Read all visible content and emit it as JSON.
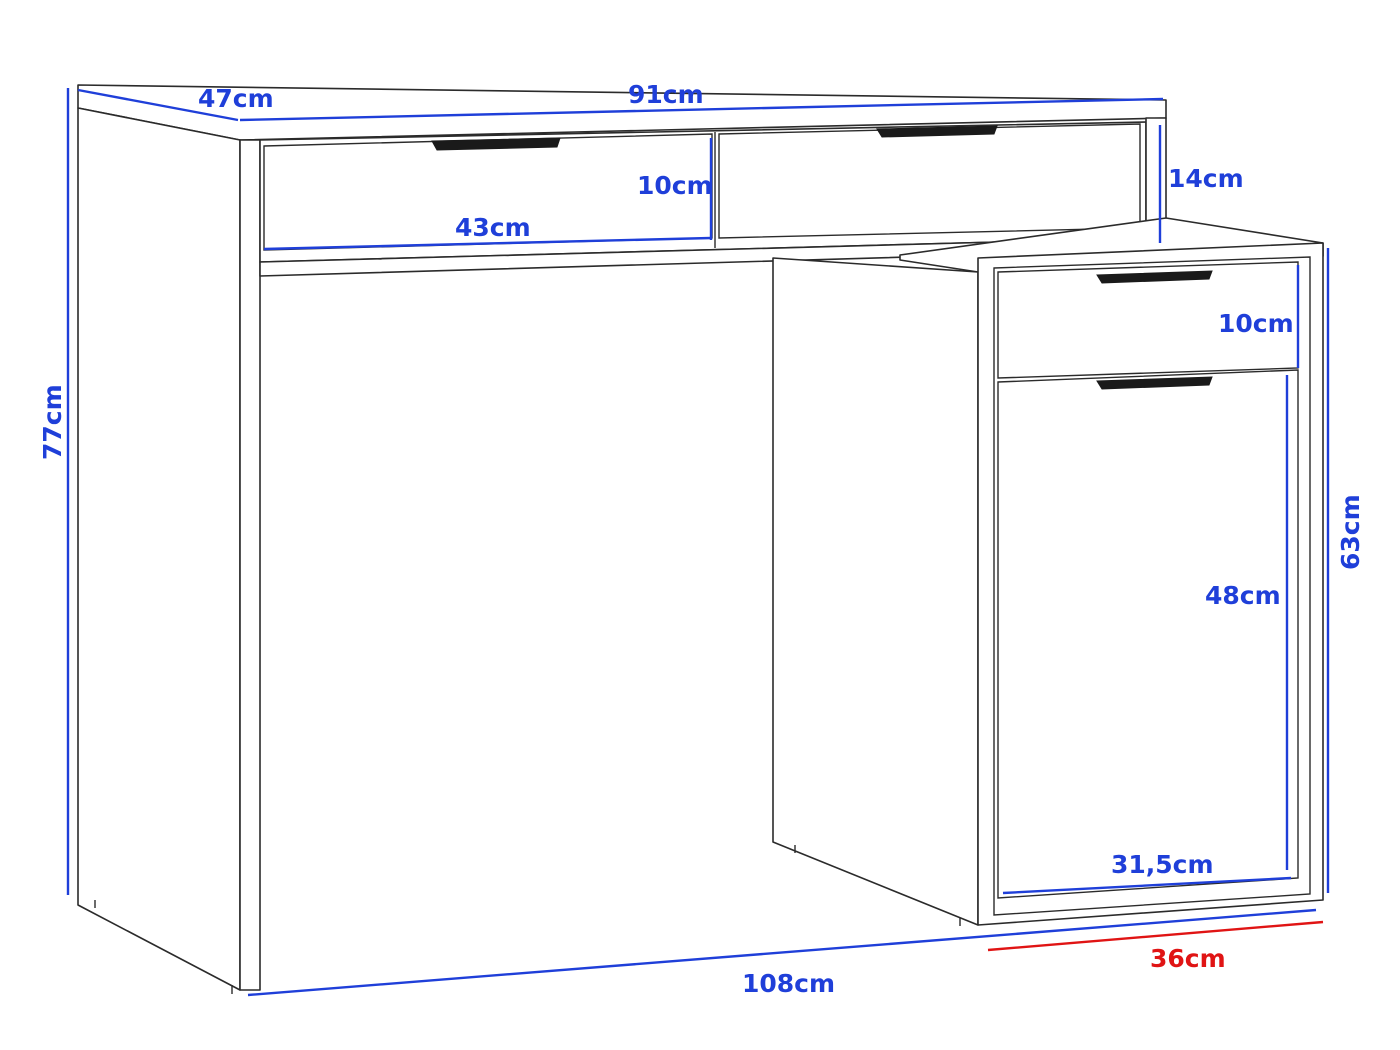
{
  "colors": {
    "dimension_line": "#1f3fd9",
    "highlight_dimension": "#e01414",
    "outline": "#2b2b2b"
  },
  "dimensions": {
    "depth": "47cm",
    "top_width": "91cm",
    "upper_drawer_height": "10cm",
    "upper_drawer_width": "43cm",
    "upper_section_height": "14cm",
    "total_height": "77cm",
    "side_drawer_height": "10cm",
    "cabinet_height": "63cm",
    "door_height": "48cm",
    "door_width": "31,5cm",
    "total_width": "108cm",
    "cabinet_width": "36cm"
  }
}
